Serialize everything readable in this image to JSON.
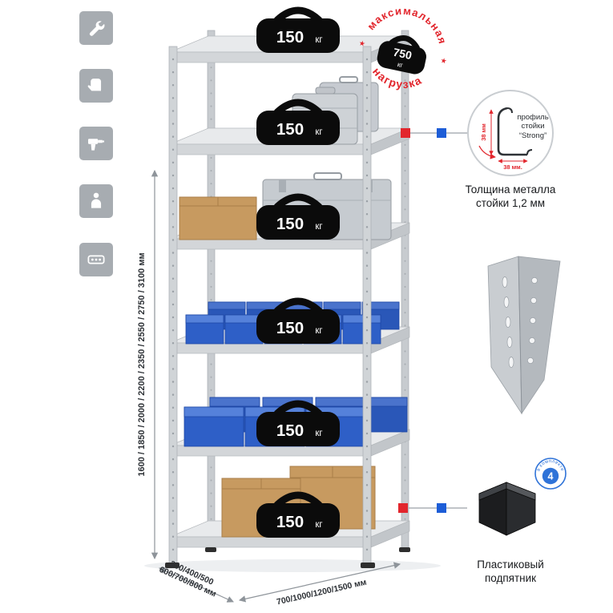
{
  "colors": {
    "accent_red": "#e2262d",
    "accent_blue": "#1d5dd7",
    "metal_gray": "#c9cdd1",
    "bin_blue": "#2e5fc7",
    "cardboard": "#c79a60",
    "icon_tile_gray": "#a7acb1"
  },
  "left_icons": [
    {
      "name": "wrench-icon"
    },
    {
      "name": "work-gloves-icon"
    },
    {
      "name": "drill-icon"
    },
    {
      "name": "person-icon"
    },
    {
      "name": "perforated-profile-icon"
    }
  ],
  "stamp": {
    "arc_top": "максимальная",
    "arc_bottom": "нагрузка",
    "star": "★",
    "weight_value": "750",
    "weight_unit": "кг"
  },
  "weights": [
    {
      "value": "150",
      "unit": "кг"
    },
    {
      "value": "150",
      "unit": "кг"
    },
    {
      "value": "150",
      "unit": "кг"
    },
    {
      "value": "150",
      "unit": "кг"
    },
    {
      "value": "150",
      "unit": "кг"
    },
    {
      "value": "150",
      "unit": "кг"
    }
  ],
  "dimensions": {
    "height": "1600 / 1850 / 2000 / 2200 / 2350 / 2550 / 2750 / 3100 мм",
    "depth_line1": "300/400/500",
    "depth_line2": "600/700/800 мм",
    "width": "700/1000/1200/1500 мм"
  },
  "profile_detail": {
    "dim_vertical": "38 мм",
    "dim_horizontal": "38 мм.",
    "label_line1": "профиль",
    "label_line2": "стойки",
    "label_line3": "“Strong”",
    "caption_line1": "Толщина металла",
    "caption_line2": "стойки 1,2 мм"
  },
  "foot_detail": {
    "badge_number": "4",
    "badge_text": "в комплекте",
    "caption_line1": "Пластиковый",
    "caption_line2": "подпятник"
  }
}
